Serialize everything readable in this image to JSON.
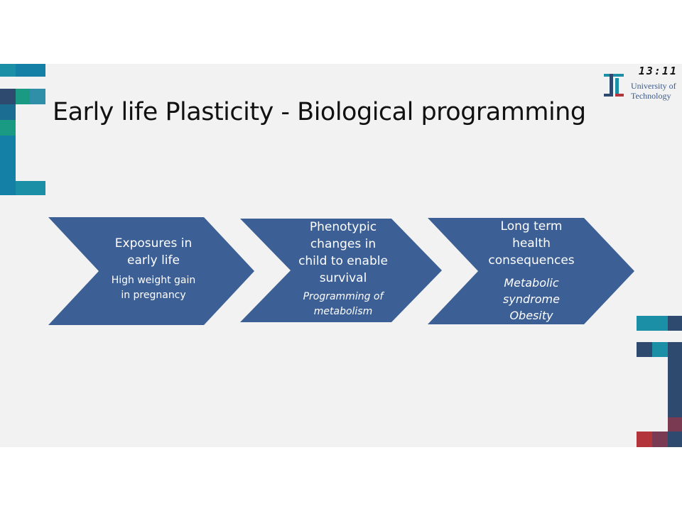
{
  "slide": {
    "title": "Early life Plasticity - Biological programming",
    "clock": "13:11",
    "logo": {
      "line1": "University of",
      "line2": "Technology"
    }
  },
  "chevrons": [
    {
      "heading_lines": [
        "Exposures in",
        "early life"
      ],
      "sub_lines": [
        "High weight gain",
        "in pregnancy"
      ],
      "sub_italic": false
    },
    {
      "heading_lines": [
        "Phenotypic",
        "changes in",
        "child to enable",
        "survival"
      ],
      "sub_lines": [
        "Programming of",
        "metabolism"
      ],
      "sub_italic": true
    },
    {
      "heading_lines": [
        "Long term",
        "health",
        "consequences"
      ],
      "sub_lines": [
        "Metabolic",
        "syndrome",
        "Obesity"
      ],
      "sub_italic": true
    }
  ],
  "colors": {
    "chevron_fill": "#3c5f95",
    "dark_navy": "#2e4a6e",
    "teal": "#1b8fa6",
    "green": "#1a9a82",
    "red": "#b3343a",
    "maroon": "#7a3a52",
    "slide_bg": "#f2f2f2"
  }
}
